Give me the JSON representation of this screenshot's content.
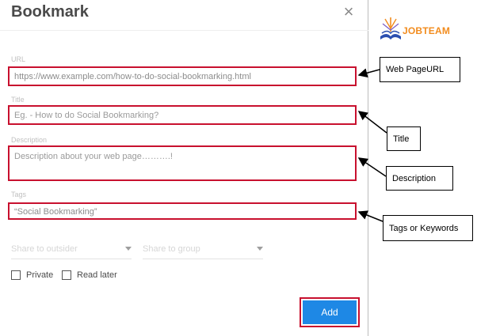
{
  "dialog": {
    "title": "Bookmark",
    "close_glyph": "×",
    "url": {
      "label": "URL",
      "value": "https://www.example.com/how-to-do-social-bookmarking.html"
    },
    "title_field": {
      "label": "Title",
      "placeholder": "Eg. - How to do Social Bookmarking?"
    },
    "description": {
      "label": "Description",
      "placeholder": "Description about your web page……….!"
    },
    "tags": {
      "label": "Tags",
      "value": "“Social Bookmarking”"
    },
    "share_outsider": {
      "placeholder": "Share to outsider"
    },
    "share_group": {
      "placeholder": "Share to group"
    },
    "private_label": "Private",
    "read_later_label": "Read later",
    "add_label": "Add"
  },
  "annotations": {
    "web_page_url": "Web PageURL",
    "title": "Title",
    "description": "Description",
    "tags": "Tags or Keywords"
  },
  "brand": {
    "name": "JOBTEAM"
  },
  "colors": {
    "highlight": "#c8102e",
    "accent": "#1e88e5",
    "brand_orange": "#f28c1e",
    "brand_blue": "#2b4fb0"
  },
  "icons": {
    "close": "close-icon",
    "dropdown": "chevron-down-icon",
    "logo": "book-logo-icon"
  }
}
